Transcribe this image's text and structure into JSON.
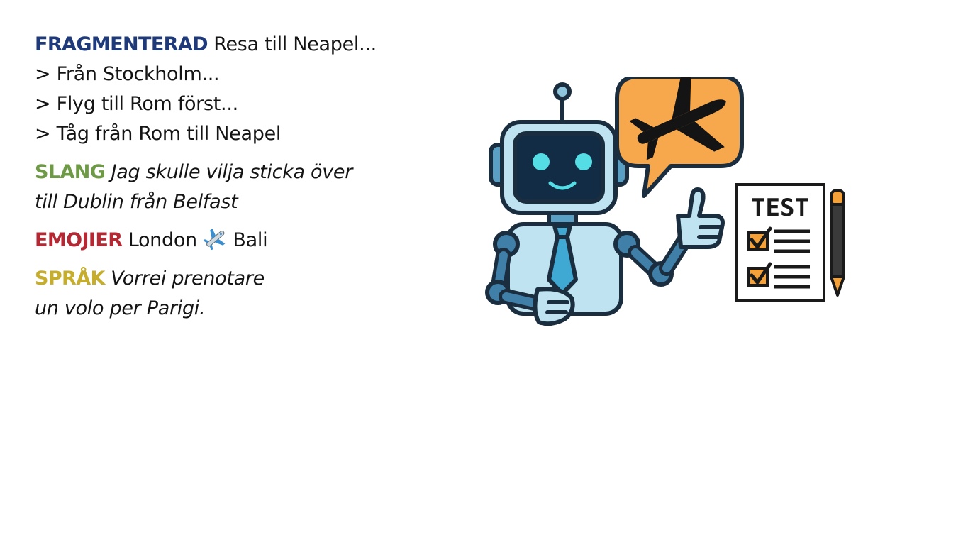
{
  "colors": {
    "fragmented": "#1e3a7b",
    "slang": "#6e9a45",
    "emoji": "#b42834",
    "language": "#c6ad2b",
    "robot_body": "#bfe3f0",
    "robot_outline": "#1a2e40",
    "bubble": "#f8a84c",
    "checkbox": "#f5a13a"
  },
  "fragmented": {
    "keyword": "FRAGMENTERAD",
    "text": " Resa till Neapel...",
    "steps": [
      "> Från Stockholm...",
      "> Flyg till Rom först...",
      "> Tåg från Rom till Neapel"
    ]
  },
  "slang": {
    "keyword": "SLANG",
    "line1": " Jag skulle vilja sticka över",
    "line2": "till Dublin från Belfast"
  },
  "emoji": {
    "keyword": "EMOJIER",
    "from": " London ",
    "icon": "airplane-emoji",
    "to": " Bali"
  },
  "language": {
    "keyword": "SPRÅK",
    "line1": " Vorrei prenotare",
    "line2": "un volo per Parigi."
  },
  "illustration": {
    "robot_icon": "robot-icon",
    "bubble_icon": "airplane-icon",
    "test_sheet_title": "TEST"
  }
}
